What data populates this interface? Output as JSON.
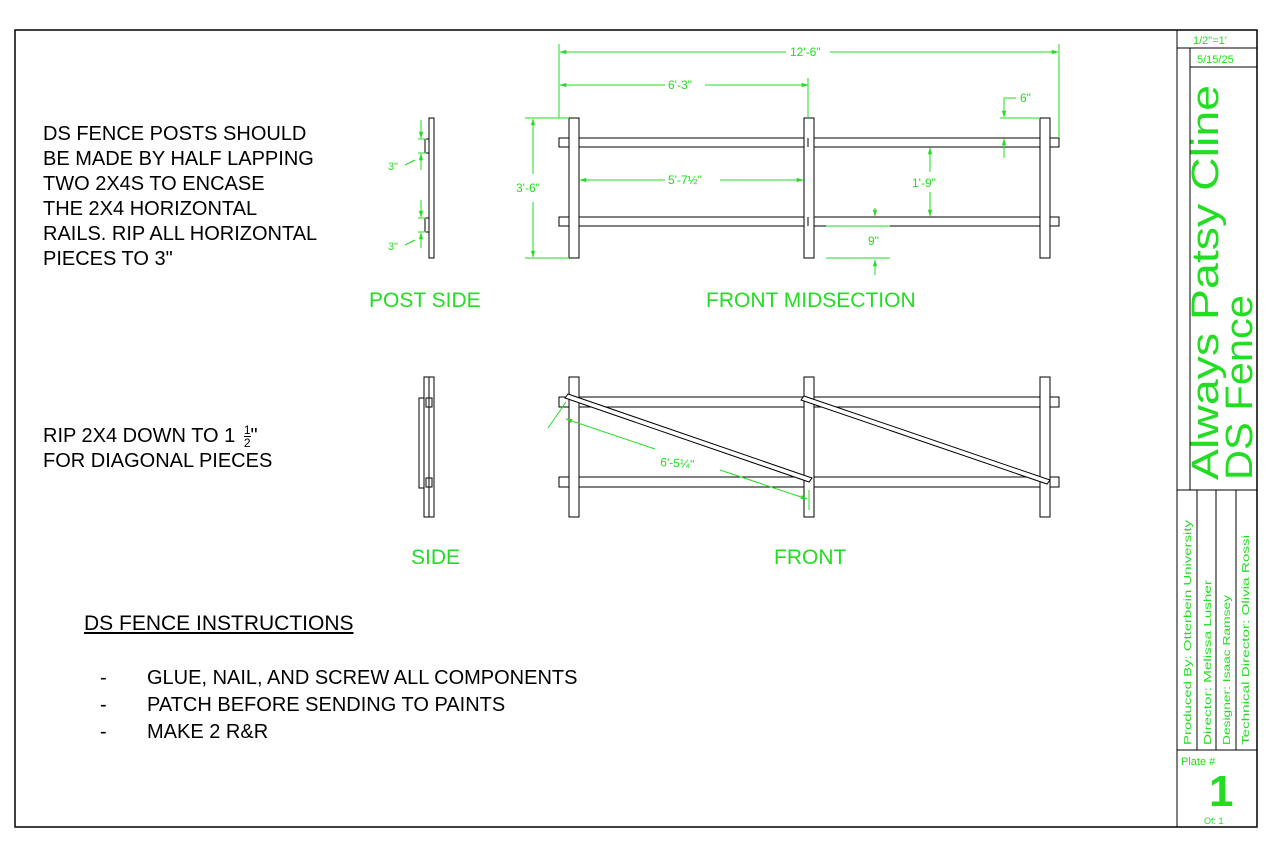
{
  "notes": {
    "posts_lines": [
      "DS FENCE POSTS SHOULD",
      "BE MADE BY HALF LAPPING",
      "TWO 2X4S TO ENCASE",
      "THE 2X4 HORIZONTAL",
      "RAILS. RIP ALL HORIZONTAL",
      "PIECES TO 3\""
    ],
    "rip_line1_prefix": "RIP 2X4 DOWN TO 1",
    "rip_frac_num": "1",
    "rip_frac_den": "2",
    "rip_frac_suffix": "\"",
    "rip_line2": "FOR DIAGONAL PIECES"
  },
  "views": {
    "post_side": "POST SIDE",
    "front_midsection": "FRONT MIDSECTION",
    "side": "SIDE",
    "front": "FRONT"
  },
  "dimensions": {
    "overall_width": "12'-6\"",
    "half_width": "6'-3\"",
    "top_offset": "6\"",
    "height": "3'-6\"",
    "rail_gap_width": "5'-7½\"",
    "rail_spacing": "1'-9\"",
    "bottom_offset": "9\"",
    "post_rail_top": "3\"",
    "post_rail_bottom": "3\"",
    "diagonal_length": "6'-5¼\""
  },
  "instructions": {
    "heading": "DS FENCE INSTRUCTIONS",
    "items": [
      "GLUE, NAIL, AND SCREW ALL COMPONENTS",
      "PATCH BEFORE SENDING TO PAINTS",
      "MAKE 2 R&R"
    ]
  },
  "title_block": {
    "scale": "1/2\"=1'",
    "date": "5/15/25",
    "show": "Always Patsy Cline",
    "item": "DS Fence",
    "produced_by": "Produced By: Otterbein University",
    "director": "Director: Melissa Lusher",
    "designer": "Designer: Isaac Ramsey",
    "technical_director": "Technical Director: Olivia Rossi",
    "plate_label": "Plate #",
    "plate_number": "1",
    "of_label": "Of: 1"
  },
  "colors": {
    "annotation": "#22dd22",
    "linework": "#000000"
  }
}
